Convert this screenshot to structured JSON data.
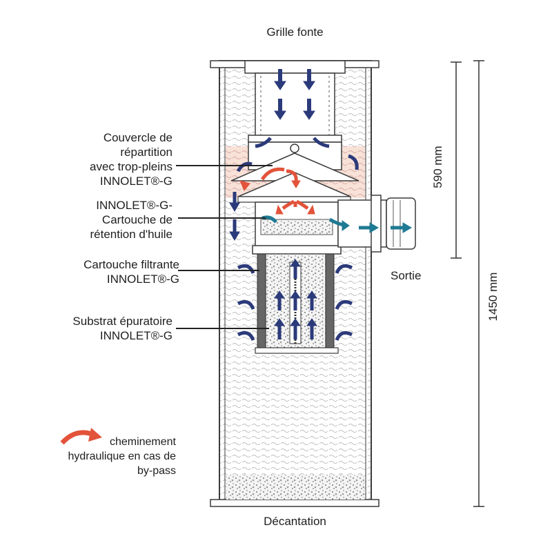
{
  "labels": {
    "top": "Grille fonte",
    "bottom": "Décantation",
    "outlet": "Sortie",
    "cover": [
      "Couvercle de",
      "répartition",
      "avec trop-pleins",
      "INNOLET®-G"
    ],
    "oil_cartridge": [
      "INNOLET®-G-",
      "Cartouche de",
      "rétention d'huile"
    ],
    "filter_cartridge": [
      "Cartouche filtrante",
      "INNOLET®-G"
    ],
    "substrate": [
      "Substrat épuratoire",
      "INNOLET®-G"
    ]
  },
  "dimensions": {
    "short": "590 mm",
    "long": "1450 mm"
  },
  "legend": {
    "lines": [
      "cheminement",
      "hydraulique en cas de",
      "by-pass"
    ]
  },
  "colors": {
    "flow_arrow": "#2b3a7a",
    "bypass_arrow": "#e2533a",
    "outlet_arrow": "#1f7a93",
    "water_fill": "#f7dfd5",
    "line": "#3a3a3a"
  }
}
